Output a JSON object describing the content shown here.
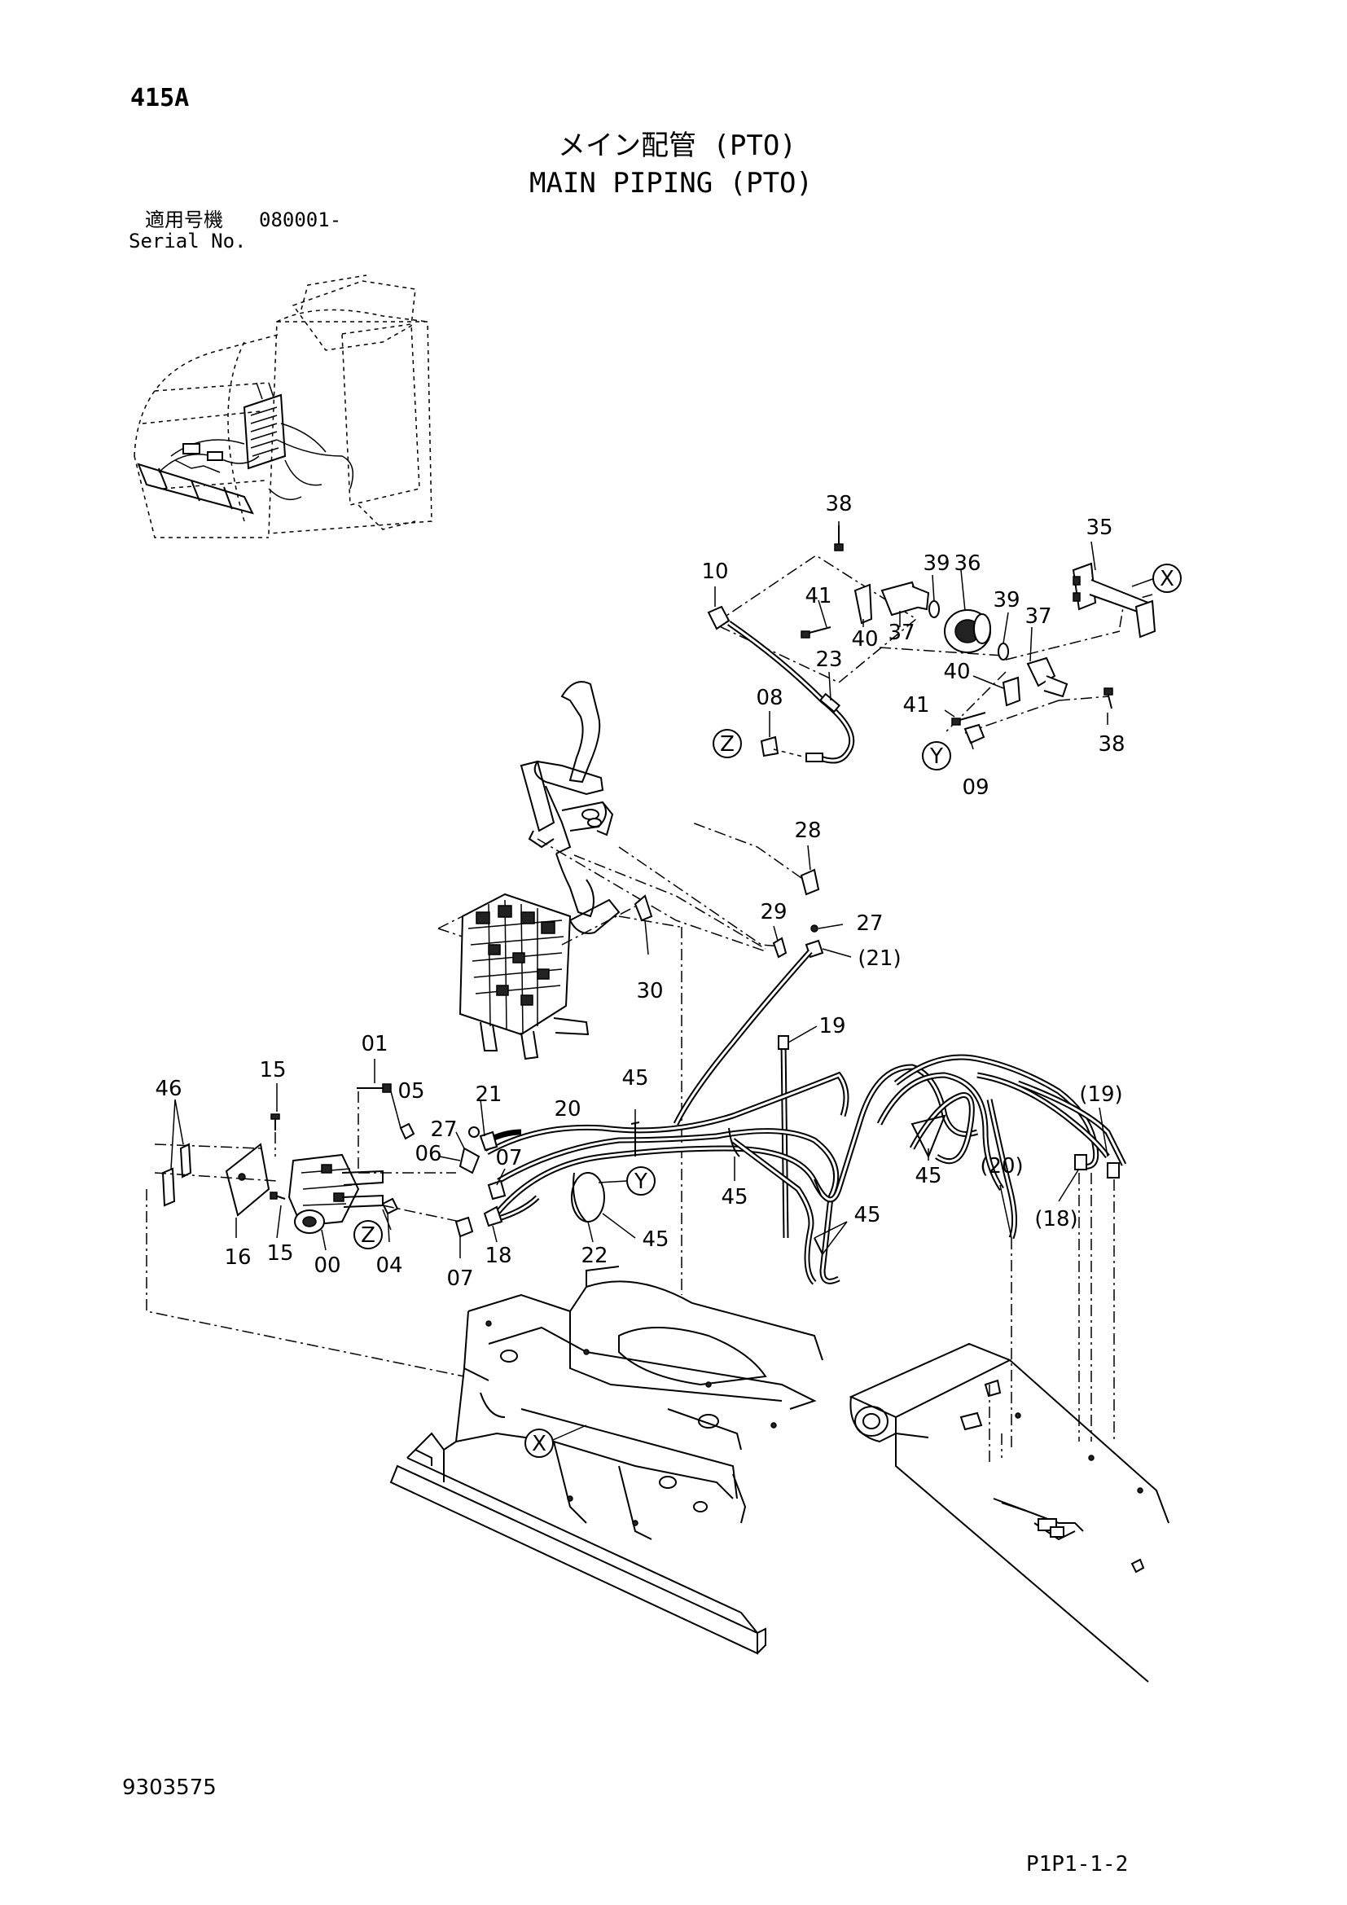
{
  "header": {
    "section_code": "415A",
    "title_jp": "メイン配管 (PTO)",
    "title_en": "MAIN PIPING (PTO)",
    "serial_label_jp": "適用号機",
    "serial_value": "080001-",
    "serial_label_en": "Serial No."
  },
  "footer": {
    "drawing_number": "9303575",
    "page_ref": "P1P1-1-2"
  },
  "callouts": {
    "p00": "00",
    "p01": "01",
    "p04": "04",
    "p05": "05",
    "p06": "06",
    "p07a": "07",
    "p07b": "07",
    "p08": "08",
    "p09": "09",
    "p10": "10",
    "p15a": "15",
    "p15b": "15",
    "p16": "16",
    "p18": "18",
    "p18p": "(18)",
    "p19": "19",
    "p19p": "(19)",
    "p20": "20",
    "p20p": "(20)",
    "p21": "21",
    "p21p": "(21)",
    "p22": "22",
    "p23": "23",
    "p27a": "27",
    "p27b": "27",
    "p28": "28",
    "p29": "29",
    "p30": "30",
    "p35": "35",
    "p36": "36",
    "p37a": "37",
    "p37b": "37",
    "p38a": "38",
    "p38b": "38",
    "p39a": "39",
    "p39b": "39",
    "p40a": "40",
    "p40b": "40",
    "p41a": "41",
    "p41b": "41",
    "p45a": "45",
    "p45b": "45",
    "p45c": "45",
    "p45d": "45",
    "p45e": "45",
    "p46": "46"
  },
  "references": {
    "x_top": "X",
    "x_bottom": "X",
    "y_top": "Y",
    "y_mid": "Y",
    "z_top": "Z",
    "z_mid": "Z"
  }
}
